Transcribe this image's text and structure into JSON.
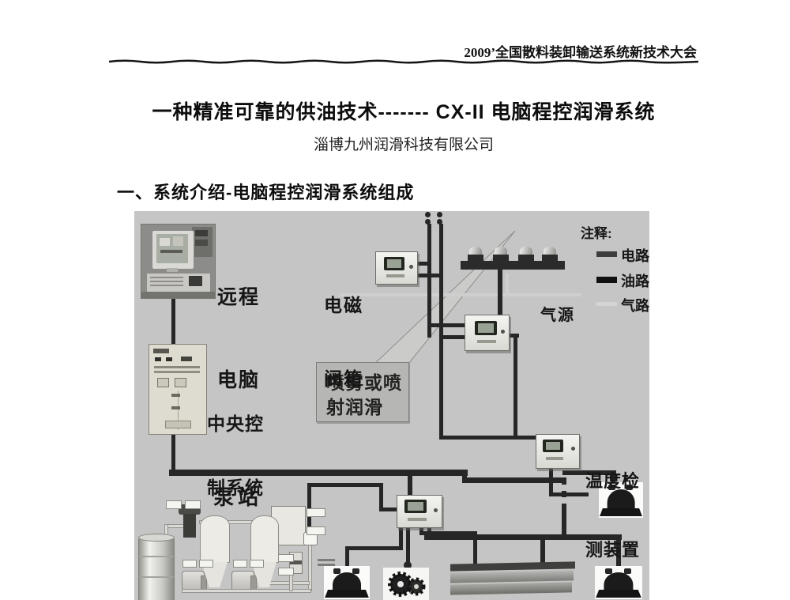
{
  "page": {
    "header": "2009’全国散料装卸输送系统新技术大会",
    "title": "一种精准可靠的供油技术------- CX-II 电脑程控润滑系统",
    "subtitle": "淄博九州润滑科技有限公司",
    "section_heading": "一、系统介绍-电脑程控润滑系统组成"
  },
  "diagram": {
    "labels": {
      "remote_computer": {
        "line1": "远程",
        "line2": "电脑"
      },
      "solenoid_valve_box": {
        "line1": "电磁",
        "line2": "阀箱"
      },
      "central_control": {
        "line1": "中央控",
        "line2": "制系统"
      },
      "pump_station": "泵站",
      "temperature_detection": {
        "line1": "温度检",
        "line2": "测装置"
      },
      "air_source": "气源",
      "spray_callout": {
        "line1": "喷雾或喷",
        "line2": "射润滑"
      }
    },
    "legend": {
      "title": "注释:",
      "items": [
        {
          "label": "电路",
          "color": "#3d3d3d"
        },
        {
          "label": "油路",
          "color": "#101010"
        },
        {
          "label": "气路",
          "color": "#d4d4d4"
        }
      ]
    },
    "colors": {
      "diagram_background": "#c5c5c5",
      "line_dark": "#262626",
      "line_air": "#cfcfcf"
    }
  }
}
